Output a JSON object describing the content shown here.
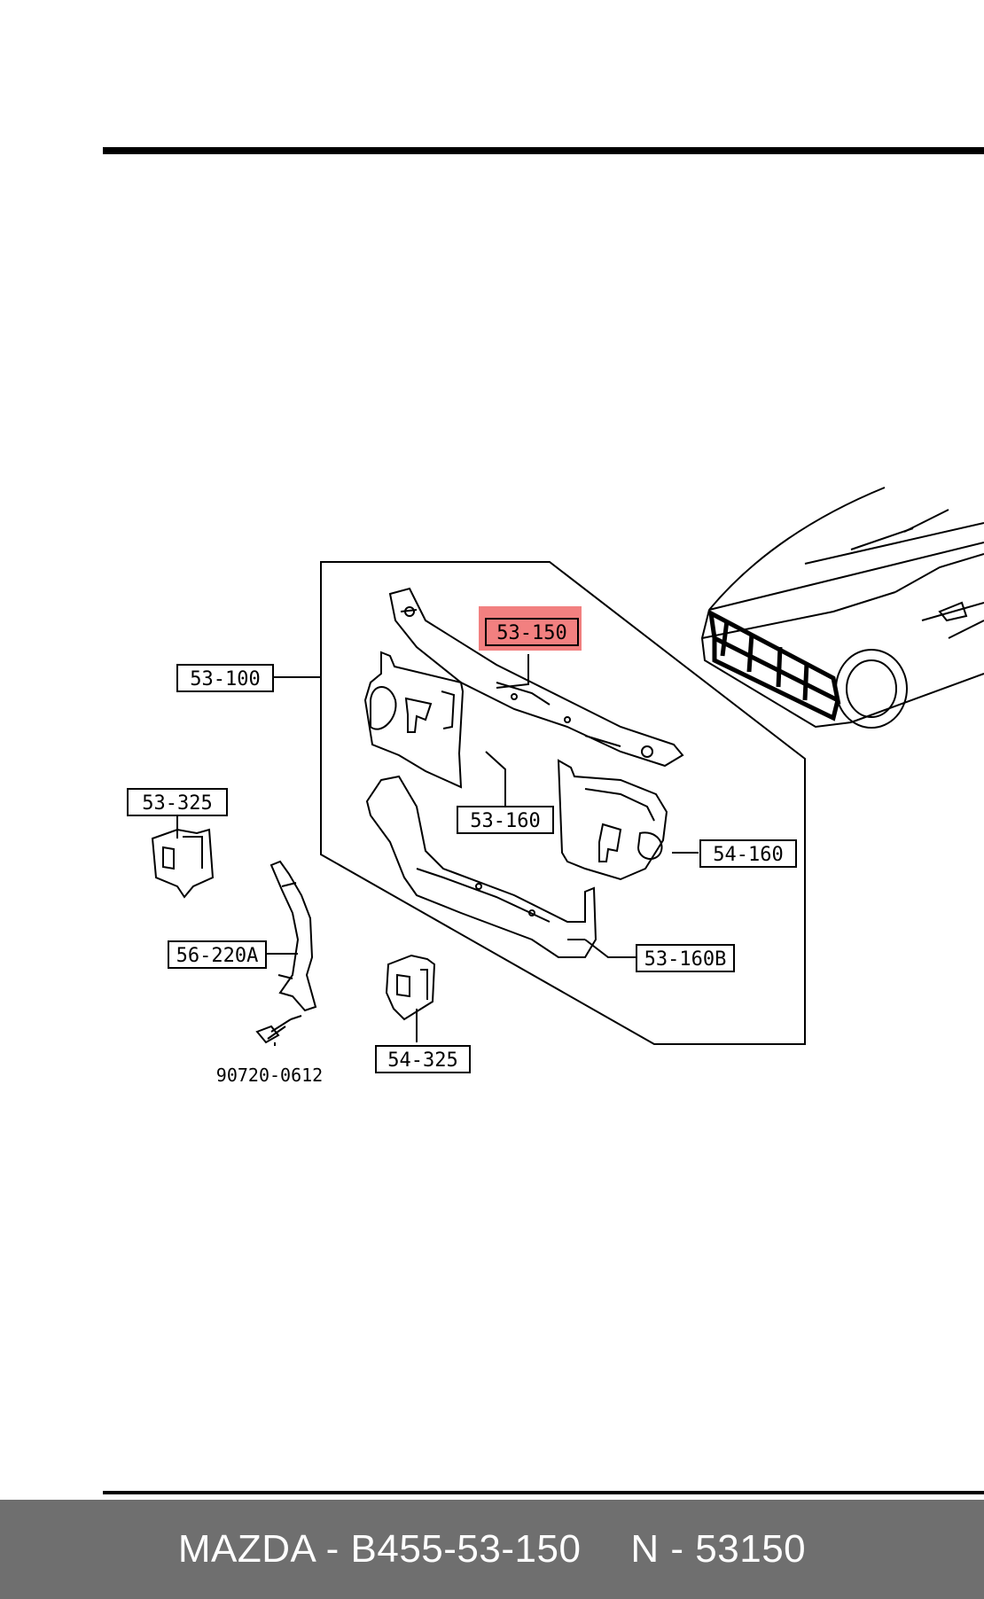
{
  "diagram": {
    "callouts": [
      {
        "id": "c-53-100",
        "label": "53-100"
      },
      {
        "id": "c-53-150",
        "label": "53-150",
        "highlighted": true
      },
      {
        "id": "c-53-160",
        "label": "53-160"
      },
      {
        "id": "c-54-160",
        "label": "54-160"
      },
      {
        "id": "c-53-325",
        "label": "53-325"
      },
      {
        "id": "c-56-220A",
        "label": "56-220A"
      },
      {
        "id": "c-53-160B",
        "label": "53-160B"
      },
      {
        "id": "c-54-325",
        "label": "54-325"
      }
    ],
    "bolt_label": "90720-0612",
    "highlight_color": "#f06a6a"
  },
  "footer": {
    "part_text": "MAZDA - B455-53-150",
    "number_text": "N - 53150"
  }
}
